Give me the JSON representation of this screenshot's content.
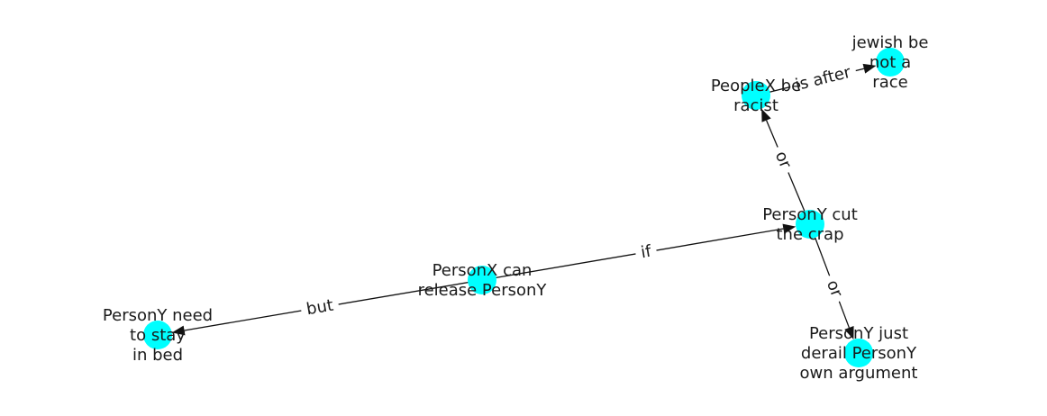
{
  "graph": {
    "node_color": "#00ffff",
    "edge_color": "#111111",
    "nodes": [
      {
        "id": "personx_release",
        "label_lines": [
          "PersonX can",
          "release PersonY"
        ]
      },
      {
        "id": "persony_bed",
        "label_lines": [
          "PersonY need",
          "to stay",
          "in bed"
        ]
      },
      {
        "id": "persony_cut",
        "label_lines": [
          "PersonY cut",
          "the crap"
        ]
      },
      {
        "id": "peoplex_racist",
        "label_lines": [
          "PeopleX be",
          "racist"
        ]
      },
      {
        "id": "jewish_race",
        "label_lines": [
          "jewish be",
          "not a",
          "race"
        ]
      },
      {
        "id": "persony_derail",
        "label_lines": [
          "PersonY just",
          "derail PersonY",
          "own argument"
        ]
      }
    ],
    "edges": [
      {
        "source": "personx_release",
        "target": "persony_bed",
        "label": "but"
      },
      {
        "source": "personx_release",
        "target": "persony_cut",
        "label": "if"
      },
      {
        "source": "persony_cut",
        "target": "peoplex_racist",
        "label": "or"
      },
      {
        "source": "persony_cut",
        "target": "persony_derail",
        "label": "or"
      },
      {
        "source": "peoplex_racist",
        "target": "jewish_race",
        "label": "is after"
      }
    ]
  }
}
